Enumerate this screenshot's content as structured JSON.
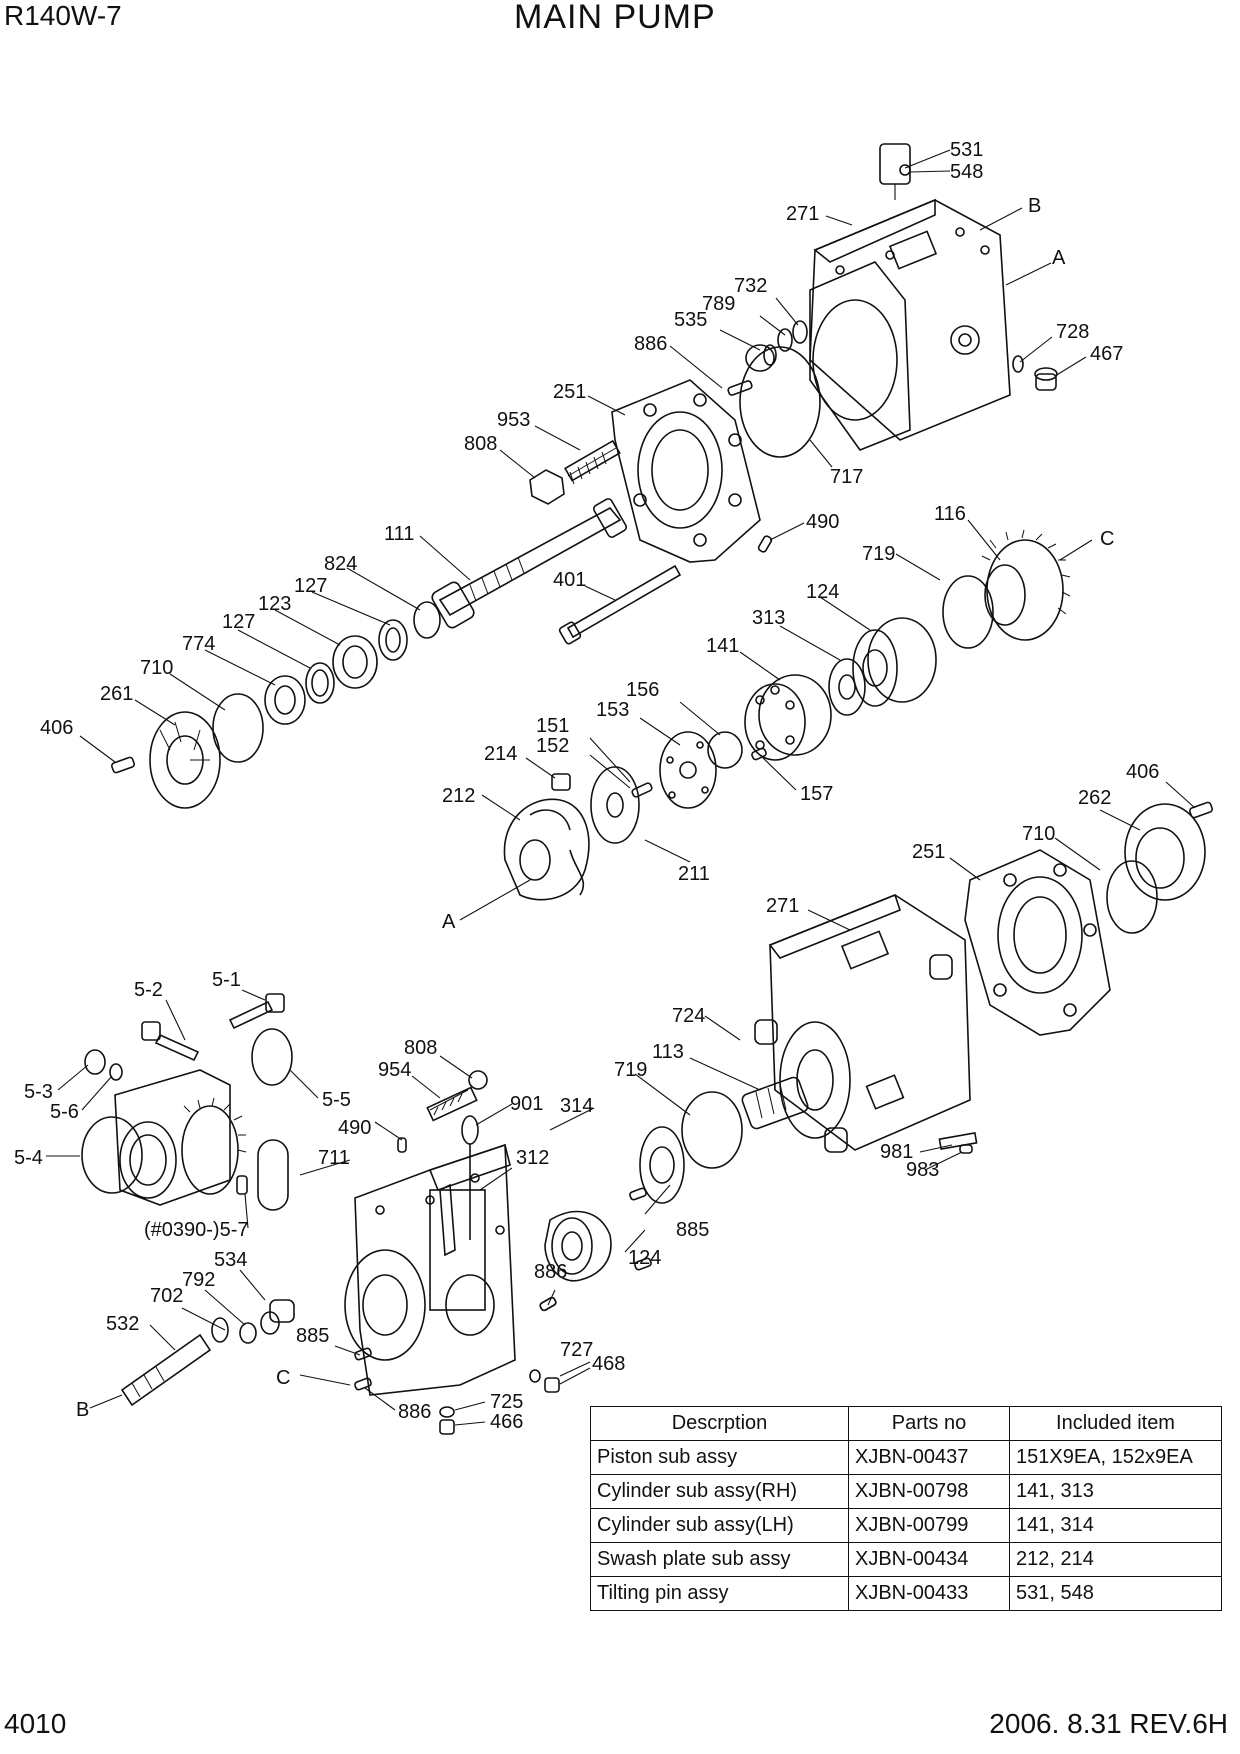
{
  "header": {
    "model": "R140W-7",
    "title": "MAIN PUMP"
  },
  "footer": {
    "page_number": "4010",
    "revision": "2006. 8.31  REV.6H"
  },
  "callouts": {
    "c531": "531",
    "c548": "548",
    "c271a": "271",
    "cB1": "B",
    "cA1": "A",
    "c732": "732",
    "c789": "789",
    "c535": "535",
    "c728": "728",
    "c467": "467",
    "c886a": "886",
    "c251a": "251",
    "c953": "953",
    "c808a": "808",
    "c717": "717",
    "c490a": "490",
    "c116": "116",
    "cC1": "C",
    "c111": "111",
    "c719a": "719",
    "c824": "824",
    "c401": "401",
    "c127a": "127",
    "c124a": "124",
    "c123": "123",
    "c127b": "127",
    "c313": "313",
    "c774": "774",
    "c141": "141",
    "c710a": "710",
    "c261": "261",
    "c156": "156",
    "c153": "153",
    "c406a": "406",
    "c151": "151",
    "c152": "152",
    "c214": "214",
    "c157": "157",
    "c212": "212",
    "c406b": "406",
    "c262": "262",
    "c710b": "710",
    "c251b": "251",
    "c211": "211",
    "cA2": "A",
    "c271b": "271",
    "c52": "5-2",
    "c51": "5-1",
    "c724": "724",
    "c808b": "808",
    "c113": "113",
    "c954": "954",
    "c719b": "719",
    "c53": "5-3",
    "c56": "5-6",
    "c55": "5-5",
    "c901": "901",
    "c314": "314",
    "c490b": "490",
    "c54": "5-4",
    "c711": "711",
    "c312": "312",
    "c981": "981",
    "c983": "983",
    "c57": "(#0390-)5-7",
    "c885a": "885",
    "c534": "534",
    "c124b": "124",
    "c792": "792",
    "c702": "702",
    "c886b": "886",
    "c532": "532",
    "c885b": "885",
    "c727": "727",
    "c468": "468",
    "cC2": "C",
    "cB2": "B",
    "c886c": "886",
    "c725": "725",
    "c466": "466"
  },
  "parts_table": {
    "headers": [
      "Descrption",
      "Parts no",
      "Included item"
    ],
    "rows": [
      [
        "Piston sub assy",
        "XJBN-00437",
        "151X9EA, 152x9EA"
      ],
      [
        "Cylinder sub assy(RH)",
        "XJBN-00798",
        "141, 313"
      ],
      [
        "Cylinder sub assy(LH)",
        "XJBN-00799",
        "141, 314"
      ],
      [
        "Swash plate sub assy",
        "XJBN-00434",
        "212, 214"
      ],
      [
        "Tilting pin assy",
        "XJBN-00433",
        "531, 548"
      ]
    ]
  }
}
